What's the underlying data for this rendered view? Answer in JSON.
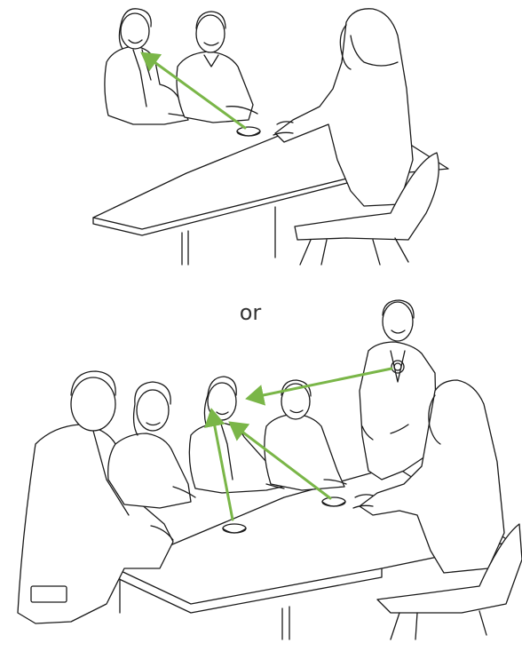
{
  "divider": {
    "label": "or"
  },
  "colors": {
    "arrow": "#7ab648",
    "ink": "#1a1a1a",
    "background": "#ffffff"
  },
  "scenes": [
    {
      "name": "small-meeting",
      "people": 3,
      "microphones": 1
    },
    {
      "name": "large-meeting",
      "people": 6,
      "microphones": 3
    }
  ]
}
